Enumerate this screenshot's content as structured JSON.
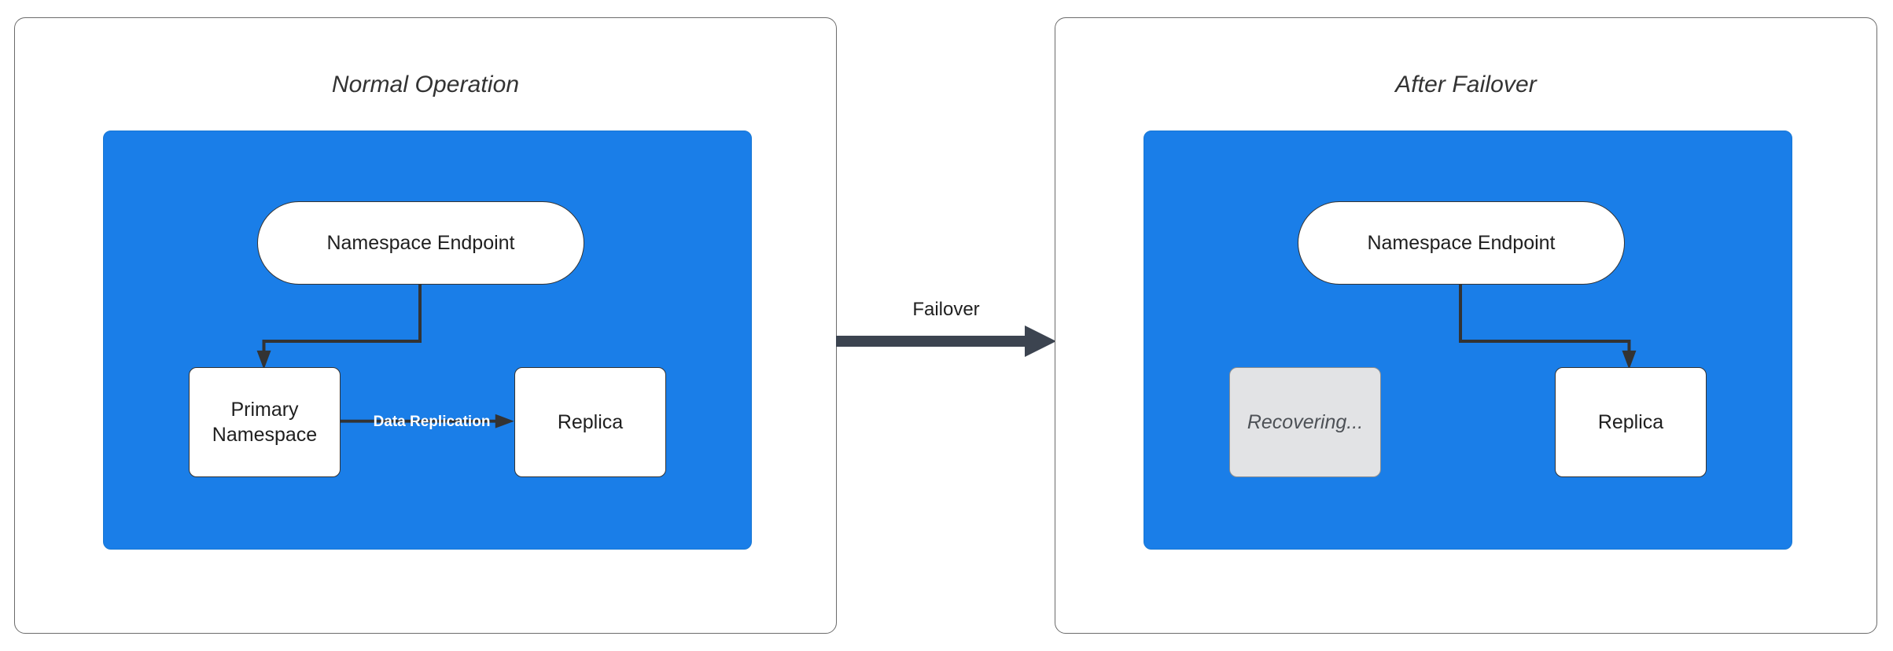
{
  "diagram": {
    "type": "flowchart",
    "theme": {
      "cluster_fill": "#1a7ee8",
      "cluster_stroke": "#1777d4",
      "node_fill": "#ffffff",
      "node_stroke": "#333333",
      "ghost_fill": "#e2e3e5",
      "ghost_stroke": "#8a8d90",
      "edge_stroke": "#333333",
      "failover_arrow": "#3c4450",
      "panel_stroke": "#6b6b6b",
      "edge_label_color": "#ffffff",
      "page_background": "#ffffff"
    },
    "panels": [
      {
        "id": "normal-operation",
        "title": "Normal Operation",
        "nodes": [
          {
            "id": "endpoint",
            "label": "Namespace Endpoint",
            "shape": "pill",
            "state": "active"
          },
          {
            "id": "primary",
            "label": "Primary\nNamespace",
            "line1": "Primary",
            "line2": "Namespace",
            "shape": "rect",
            "state": "active"
          },
          {
            "id": "replica",
            "label": "Replica",
            "shape": "rect",
            "state": "active"
          }
        ],
        "edges": [
          {
            "from": "endpoint",
            "to": "primary",
            "label": "",
            "style": "elbow-arrow"
          },
          {
            "from": "primary",
            "to": "replica",
            "label": "Data Replication",
            "style": "straight-arrow"
          }
        ]
      },
      {
        "id": "after-failover",
        "title": "After Failover",
        "nodes": [
          {
            "id": "endpoint",
            "label": "Namespace Endpoint",
            "shape": "pill",
            "state": "active"
          },
          {
            "id": "recovering",
            "label": "Recovering...",
            "shape": "rect",
            "state": "recovering"
          },
          {
            "id": "replica",
            "label": "Replica",
            "shape": "rect",
            "state": "active"
          }
        ],
        "edges": [
          {
            "from": "endpoint",
            "to": "replica",
            "label": "",
            "style": "elbow-arrow"
          }
        ]
      }
    ],
    "transition": {
      "label": "Failover",
      "from_panel": "normal-operation",
      "to_panel": "after-failover"
    }
  }
}
